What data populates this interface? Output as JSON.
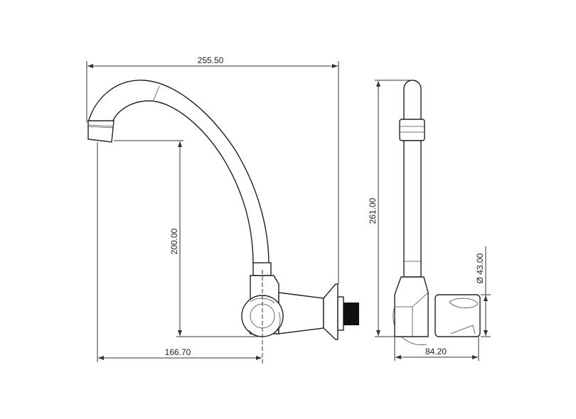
{
  "drawing": {
    "front_view": {
      "overall_width": "255.50",
      "spout_height": "200.00",
      "spout_reach": "166.70"
    },
    "side_view": {
      "overall_height": "261.00",
      "handle_diameter": "Ø 43.00",
      "depth": "84.20"
    },
    "colors": {
      "line": "#222222",
      "background": "#ffffff"
    }
  }
}
